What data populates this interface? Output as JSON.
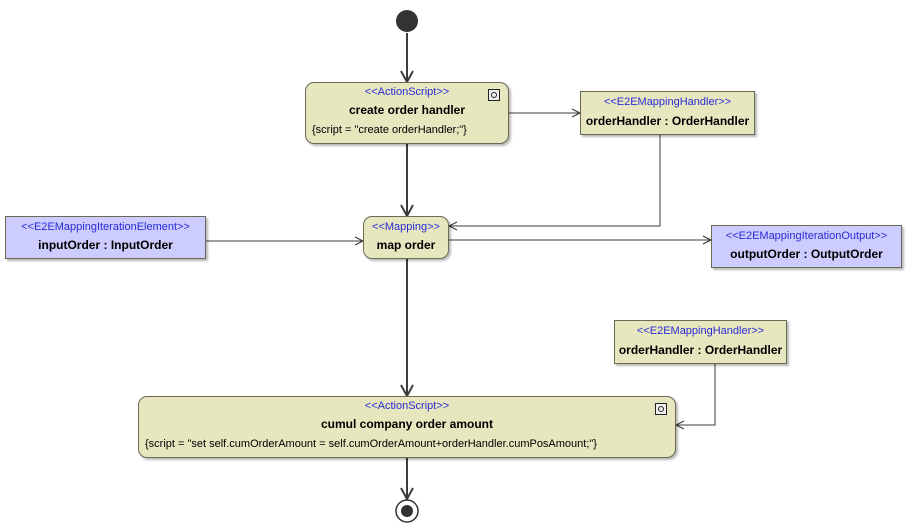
{
  "diagram": {
    "create_order_handler": {
      "stereotype": "<<ActionScript>>",
      "title": "create order handler",
      "script": "{script = \"create orderHandler;\"}"
    },
    "order_handler_top": {
      "stereotype": "<<E2EMappingHandler>>",
      "title": "orderHandler : OrderHandler"
    },
    "input_order": {
      "stereotype": "<<E2EMappingIterationElement>>",
      "title": "inputOrder : InputOrder"
    },
    "map_order": {
      "stereotype": "<<Mapping>>",
      "title": "map order"
    },
    "output_order": {
      "stereotype": "<<E2EMappingIterationOutput>>",
      "title": "outputOrder : OutputOrder"
    },
    "order_handler_bottom": {
      "stereotype": "<<E2EMappingHandler>>",
      "title": "orderHandler : OrderHandler"
    },
    "cumul_company_order_amount": {
      "stereotype": "<<ActionScript>>",
      "title": "cumul company order amount",
      "script": "{script = \"set self.cumOrderAmount = self.cumOrderAmount+orderHandler.cumPosAmount;\"}"
    }
  },
  "colors": {
    "action_fill": "#e6e6bf",
    "pin_olive_fill": "#e6e6bf",
    "pin_blue_fill": "#ccccff",
    "stereotype_text": "#2b2bd6",
    "edge": "#3c3c3c"
  },
  "icons": {
    "action_marker": "gear-icon",
    "initial": "initial-node-icon",
    "final": "final-node-icon"
  }
}
